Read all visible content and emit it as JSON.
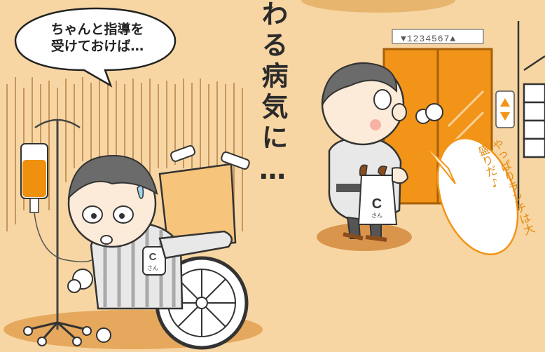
{
  "title_vertical": "わる病気に…",
  "bubble_left": {
    "line1": "ちゃんと指導を",
    "line2": "受けておけば…"
  },
  "bubble_right_text": "やっぱりランチは大盛りだ♪",
  "elevator": {
    "floor_indicator": "▼1234567▲"
  },
  "bag_label": {
    "letter": "C",
    "sub": "さん"
  },
  "patient_tag": {
    "letter": "C",
    "sub": "さん"
  },
  "colors": {
    "background": "#f7d6a3",
    "accent_orange": "#f08a0c",
    "elevator_orange": "#f29418",
    "outline": "#222222"
  },
  "icons": [
    "iv-drip-icon",
    "wheelchair-icon",
    "elevator-buttons-icon",
    "breath-puff-icon",
    "music-note-icon"
  ]
}
